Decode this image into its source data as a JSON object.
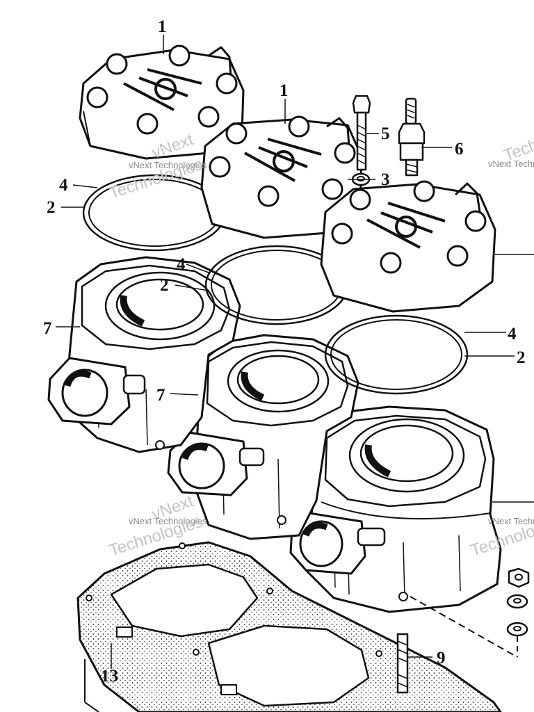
{
  "diagram": {
    "callouts": {
      "c1a": "1",
      "c1b": "1",
      "c2a": "2",
      "c2b": "2",
      "c2c": "2",
      "c3": "3",
      "c4a": "4",
      "c4b": "4",
      "c4c": "4",
      "c5": "5",
      "c6": "6",
      "c7a": "7",
      "c7b": "7",
      "c9": "9",
      "c13": "13"
    },
    "watermarks": {
      "w1_small": "vNext Technologies",
      "w1_big_a": "vNext",
      "w1_big_b": "Technologies",
      "w2_small": "vNext Technologies",
      "w2_big_a": "vNext",
      "w2_big_b": "Technologies",
      "w3_small": "vNext Technologies",
      "w3_big_b": "Technologies",
      "w4_small": "vNext Technologies",
      "w4_big_b": "Technologies"
    },
    "colors": {
      "ink": "#111111",
      "paper": "#ffffff",
      "watermark": "#8a8a8a"
    }
  }
}
